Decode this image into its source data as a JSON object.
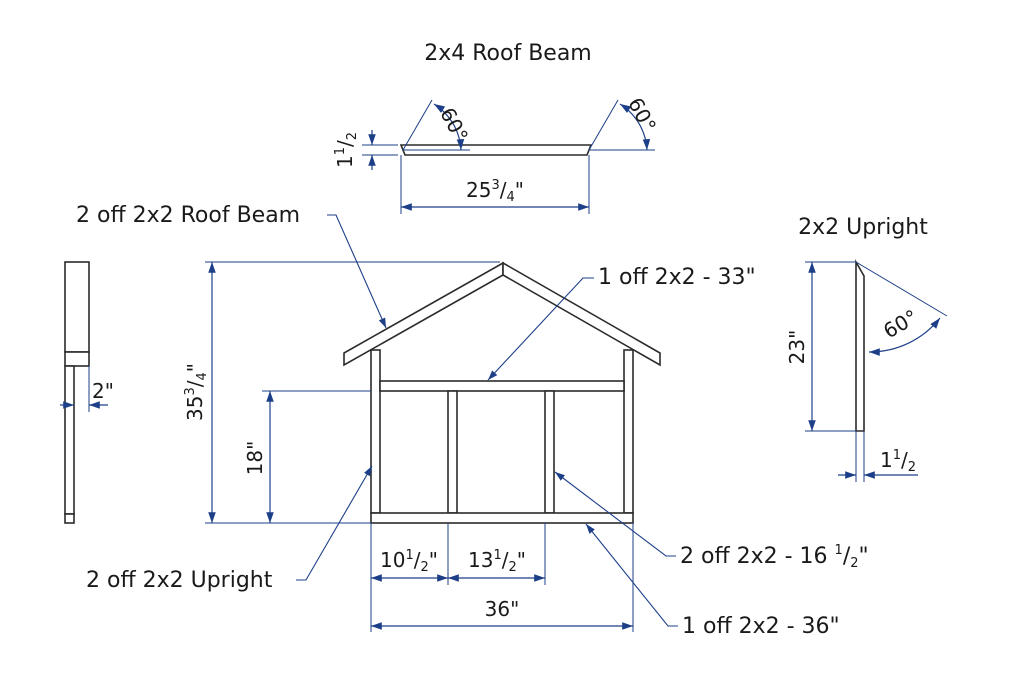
{
  "titles": {
    "roof_beam_2x4": "2x4 Roof Beam",
    "upright_2x2": "2x2 Upright"
  },
  "callouts": {
    "roof_beams": "2 off 2x2 Roof Beam",
    "crossbar_33": "1 off 2x2 - 33\"",
    "uprights": "2 off 2x2 Upright",
    "inner_posts_pre": "2 off 2x2 - 16 ",
    "inner_posts_half_num": "1",
    "inner_posts_half_den": "2",
    "inner_posts_post": "\"",
    "base_36": "1 off 2x2 - 36\""
  },
  "dimensions": {
    "beam_angle_left": "60°",
    "beam_angle_right": "60°",
    "beam_thickness_whole": "1",
    "beam_thickness_num": "1",
    "beam_thickness_den": "2",
    "beam_length_whole": "25",
    "beam_length_num": "3",
    "beam_length_den": "4",
    "beam_length_unit": "\"",
    "overall_height_whole": "35",
    "overall_height_num": "3",
    "overall_height_den": "4",
    "overall_height_unit": "\"",
    "crossbar_height": "18\"",
    "bay1_whole": "10",
    "bay1_num": "1",
    "bay1_den": "2",
    "bay1_unit": "\"",
    "bay2_whole": "13",
    "bay2_num": "1",
    "bay2_den": "2",
    "bay2_unit": "\"",
    "overall_width": "36\"",
    "side_offset": "2\"",
    "upright_height": "23\"",
    "upright_angle": "60°",
    "upright_width_whole": "1",
    "upright_width_num": "1",
    "upright_width_den": "2"
  }
}
